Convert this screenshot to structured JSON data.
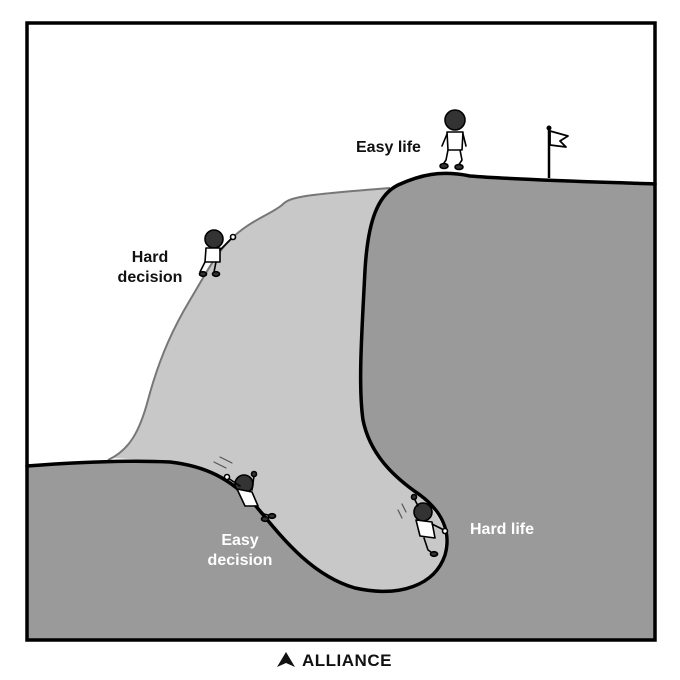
{
  "labels": {
    "easy_life": "Easy life",
    "hard_decision_line1": "Hard",
    "hard_decision_line2": "decision",
    "easy_decision_line1": "Easy",
    "easy_decision_line2": "decision",
    "hard_life": "Hard life"
  },
  "brand": {
    "name": "ALLIANCE",
    "logo_icon": "triangle-logo-icon"
  },
  "colors": {
    "background": "#ffffff",
    "dark_ground": "#9a9a9a",
    "light_ground": "#c8c8c8",
    "outline": "#000000"
  },
  "icons": {
    "flag": "flag-icon",
    "climber": "climbing-person-icon",
    "walker": "walking-person-icon",
    "slider": "sliding-person-icon",
    "struggler": "struggling-person-icon"
  }
}
